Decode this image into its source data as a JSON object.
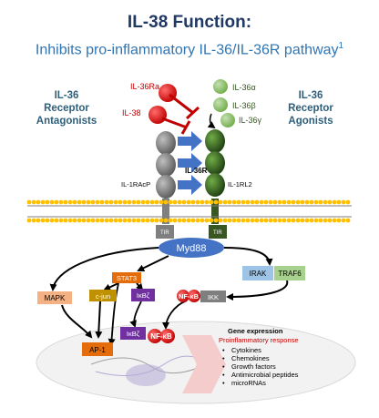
{
  "title": "IL-38 Function:",
  "subtitle": "Inhibits pro-inflammatory IL-36/IL-36R pathway",
  "subtitle_ref": "1",
  "left_heading": [
    "IL-36",
    "Receptor",
    "Antagonists"
  ],
  "right_heading": [
    "IL-36",
    "Receptor",
    "Agonists"
  ],
  "antagonists": [
    "IL-36Ra",
    "IL-38"
  ],
  "agonists": [
    "IL-36α",
    "IL-36β",
    "IL-36γ"
  ],
  "receptor": {
    "complex": "IL-36R",
    "left_chain": "IL-1RAcP",
    "right_chain": "IL-1RL2",
    "tir": "TIR"
  },
  "adaptor": "Myd88",
  "nodes": {
    "stat3": "STAT3",
    "mapk": "MAPK",
    "cjun": "c-jun",
    "ikb_zeta": "IκBζ",
    "irak": "IRAK",
    "traf6": "TRAF6",
    "nfkb": "NF-κB",
    "ikk": "IKK",
    "ikb_zeta_nuc": "IκBζ",
    "nfkb_nuc": "NF-κB",
    "ap1": "AP-1"
  },
  "gene_expression": {
    "title": "Gene expression",
    "subtitle": "Proinflammatory response",
    "items": [
      "Cytokines",
      "Chemokines",
      "Growth factors",
      "Antimicrobial peptides",
      "microRNAs"
    ]
  },
  "colors": {
    "title": "#1f3864",
    "subtitle": "#2e75b6",
    "antagonist": "#c00000",
    "agonist": "#70ad47",
    "receptor_dark": "#385723",
    "receptor_grey": "#7f7f7f",
    "myd88": "#4472c4",
    "stat3": "#e46c0a",
    "mapk": "#f4b183",
    "cjun": "#bf9000",
    "irak": "#9dc3e6",
    "traf6": "#a9d18e",
    "ikb": "#7030a0",
    "nfkb": "#c00000",
    "ikk": "#7f7f7f",
    "ap1": "#e46c0a",
    "membrane": "#ffc000"
  }
}
